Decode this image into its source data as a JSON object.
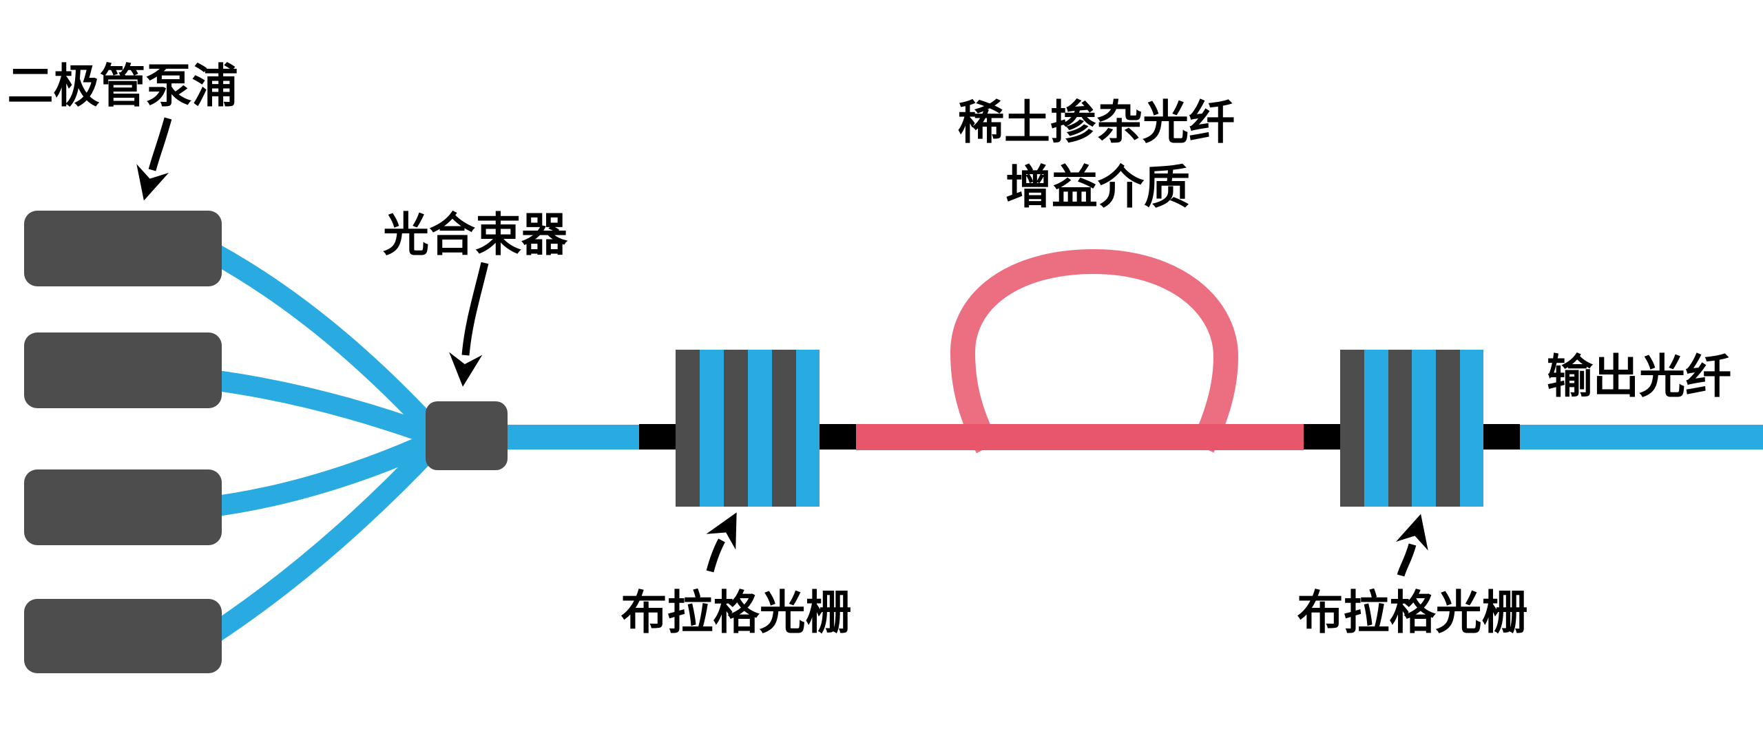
{
  "figure": {
    "type": "fiber-laser-schematic-diagram",
    "background": "#ffffff",
    "labels": {
      "diode_pump": "二极管泵浦",
      "combiner": "光合束器",
      "gain_fiber_line1": "稀土掺杂光纤",
      "gain_fiber_line2": "增益介质",
      "bragg_grating_left": "布拉格光栅",
      "bragg_grating_right": "布拉格光栅",
      "output_fiber": "输出光纤"
    },
    "colors": {
      "fiber_blue": "#29ABE2",
      "component_gray": "#4D4D4D",
      "splice_black": "#000000",
      "gain_pink": "#E8566B",
      "arrow_black": "#000000",
      "text_black": "#000000"
    },
    "counts": {
      "pump_boxes": 4,
      "grating_stripes_per_block": 6
    }
  }
}
